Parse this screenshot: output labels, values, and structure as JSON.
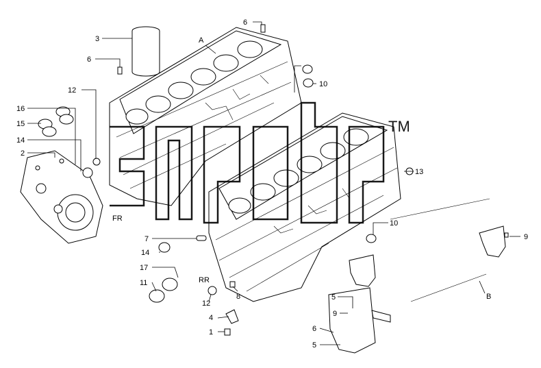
{
  "callouts": {
    "c1": "1",
    "c2": "2",
    "c3": "3",
    "c4": "4",
    "c5a": "5",
    "c5b": "5",
    "c6a": "6",
    "c6b": "6",
    "c6c": "6",
    "c7": "7",
    "c8": "8",
    "c9a": "9",
    "c9b": "9",
    "c10a": "10",
    "c10b": "10",
    "c11": "11",
    "c12a": "12",
    "c12b": "12",
    "c13": "13",
    "c14a": "14",
    "c14b": "14",
    "c15": "15",
    "c16": "16",
    "c17": "17",
    "cA": "A",
    "cB": "B",
    "cFR": "FR",
    "cRR": "RR"
  },
  "watermark": {
    "trademark": "TM"
  }
}
